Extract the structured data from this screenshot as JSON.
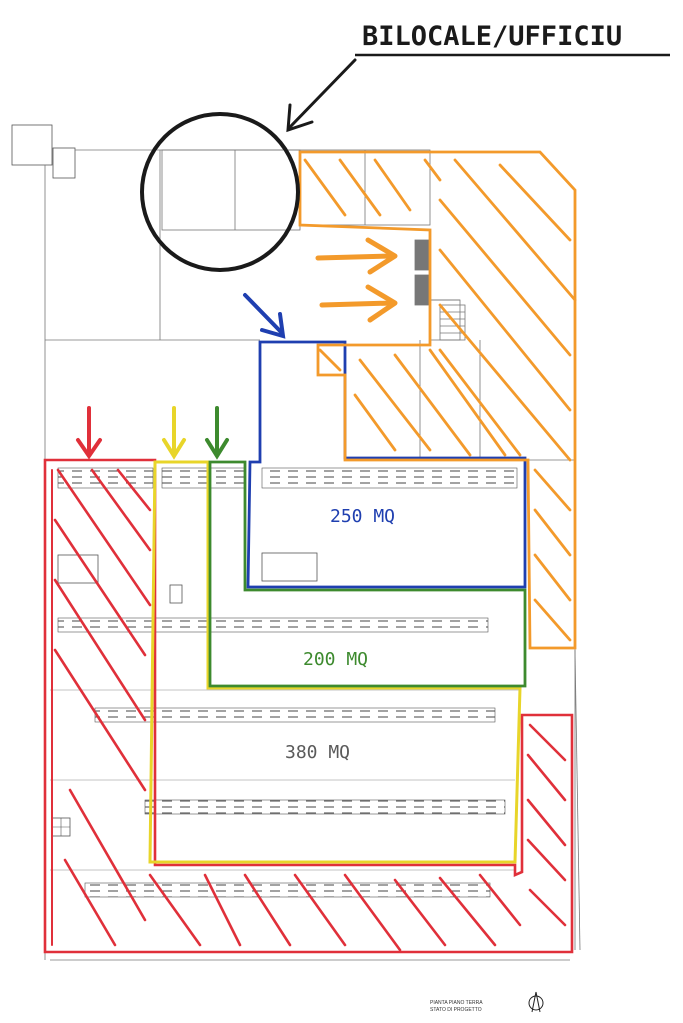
{
  "title": "BILOCALE/UFFICIU",
  "areas": [
    {
      "label": "250 MQ",
      "color": "#1f3fb0"
    },
    {
      "label": "200 MQ",
      "color": "#3d8a2e"
    },
    {
      "label": "380 MQ",
      "color": "#e8d52a"
    }
  ],
  "colors": {
    "red": "#e0303a",
    "orange": "#f39a2b",
    "yellow": "#e8d52a",
    "green": "#3d8a2e",
    "blue": "#1f3fb0",
    "black": "#1a1a1a"
  },
  "footer": {
    "line1": "PIANTA PIANO TERRA",
    "line2": "STATO DI PROGETTO"
  },
  "icons": [
    "north-arrow-icon"
  ]
}
